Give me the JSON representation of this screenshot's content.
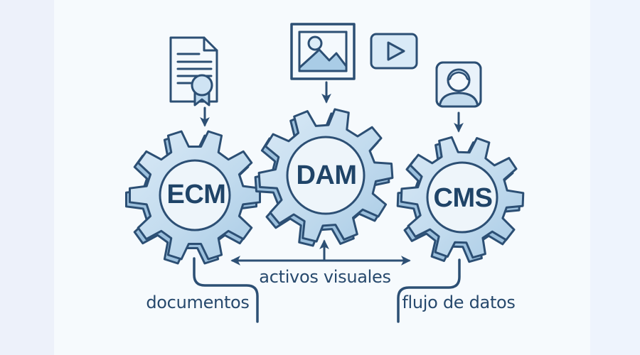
{
  "colors": {
    "background_center": "#f6fafd",
    "background_left_strip": "#edf1fa",
    "background_right_strip": "#eef4fd",
    "outline_navy": "#2c4f74",
    "text_navy": "#1f4468",
    "caption_navy": "#27496d",
    "gear_fill_highlight": "#d9e9f6",
    "gear_fill_light": "#bcd7ec",
    "gear_fill_shadow": "#9cc0dd",
    "gear_center_fill": "#eef5fa",
    "icon_paper_fill": "#f4f9fd",
    "icon_accent_fill": "#b9d6ec",
    "icon_panel_fill": "#d9eaf7",
    "mountain_fill": "#a9cce6"
  },
  "gears": [
    {
      "id": "ecm",
      "label": "ECM"
    },
    {
      "id": "dam",
      "label": "DAM"
    },
    {
      "id": "cms",
      "label": "CMS"
    }
  ],
  "icons": [
    {
      "name": "document-certificate-icon",
      "feeds": "ecm"
    },
    {
      "name": "image-icon",
      "feeds": "dam"
    },
    {
      "name": "video-player-icon",
      "feeds": "dam"
    },
    {
      "name": "user-avatar-icon",
      "feeds": "cms"
    }
  ],
  "labels": {
    "documents": "documentos",
    "visual_assets": "activos visuales",
    "data_flow": "flujo de datos"
  }
}
